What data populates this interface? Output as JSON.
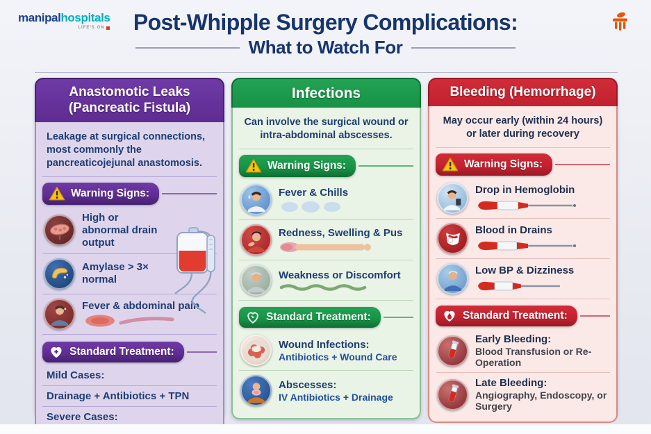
{
  "colors": {
    "background": "#e9ebf2",
    "title_navy": "#17356b",
    "purple_accent": "#5e2c91",
    "green_accent": "#179245",
    "red_accent": "#c2212f",
    "logo_blue": "#1d3f94",
    "logo_teal": "#00b0bd",
    "brand_orange": "#e4570f",
    "warning_yellow": "#f7c40e"
  },
  "brand": {
    "logo_part1": "manipal",
    "logo_part2": "hospitals",
    "tagline": "LIFE'S ON"
  },
  "header": {
    "title": "Post-Whipple Surgery Complications:",
    "subtitle": "What to Watch For"
  },
  "columns": [
    {
      "id": "anastomotic-leaks",
      "title": "Anastomotic Leaks (Pancreatic Fistula)",
      "description": "Leakage at surgical connections, most commonly the pancreaticojejunal anastomosis.",
      "warning_label": "Warning Signs:",
      "signs": [
        {
          "label": "High or abnormal drain output",
          "icon": "pancreas-leak-icon"
        },
        {
          "label": "Amylase > 3× normal",
          "icon": "pancreas-icon"
        },
        {
          "label": "Fever & abdominal pain",
          "icon": "feverish-man-icon"
        }
      ],
      "treatment_label": "Standard Treatment:",
      "treatment_lines": [
        "Mild Cases:",
        "Drainage + Antibiotics + TPN",
        "Severe Cases:"
      ]
    },
    {
      "id": "infections",
      "title": "Infections",
      "description": "Can involve the surgical wound or intra-abdominal abscesses.",
      "warning_label": "Warning Signs:",
      "signs": [
        {
          "label": "Fever & Chills",
          "icon": "chilled-man-icon"
        },
        {
          "label": "Redness, Swelling & Pus",
          "icon": "woman-red-arm-icon"
        },
        {
          "label": "Weakness or Discomfort",
          "icon": "weak-elderly-man-icon"
        }
      ],
      "treatment_label": "Standard Treatment:",
      "treatments": [
        {
          "title": "Wound Infections:",
          "detail": "Antibiotics + Wound Care",
          "icon": "wound-icon"
        },
        {
          "title": "Abscesses:",
          "detail": "IV Antibiotics + Drainage",
          "icon": "abscess-patient-icon"
        }
      ]
    },
    {
      "id": "bleeding-hemorrhage",
      "title": "Bleeding (Hemorrhage)",
      "description": "May occur early (within 24 hours) or later during recovery",
      "warning_label": "Warning Signs:",
      "signs": [
        {
          "label": "Drop in Hemoglobin",
          "icon": "doctor-check-icon"
        },
        {
          "label": "Blood in Drains",
          "icon": "blood-drain-icon"
        },
        {
          "label": "Low BP & Dizziness",
          "icon": "dizzy-elderly-icon"
        }
      ],
      "treatment_label": "Standard Treatment:",
      "treatments": [
        {
          "title": "Early Bleeding:",
          "detail": "Blood Transfusion or Re-Operation",
          "icon": "blood-vial-icon"
        },
        {
          "title": "Late Bleeding:",
          "detail": "Angiography, Endoscopy, or Surgery",
          "icon": "blood-vial-icon"
        }
      ]
    }
  ]
}
